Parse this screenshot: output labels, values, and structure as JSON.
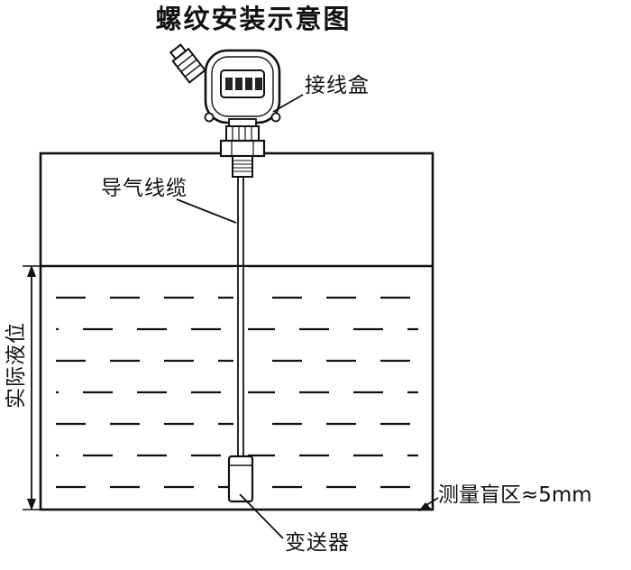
{
  "title": "螺纹安装示意图",
  "labels": {
    "junction_box": "接线盒",
    "air_cable": "导气线缆",
    "actual_level": "实际液位",
    "blind_zone": "测量盲区≈5mm",
    "transmitter": "变送器"
  },
  "colors": {
    "line": "#111111",
    "background": "#ffffff",
    "lcd_digit": "#222222"
  }
}
